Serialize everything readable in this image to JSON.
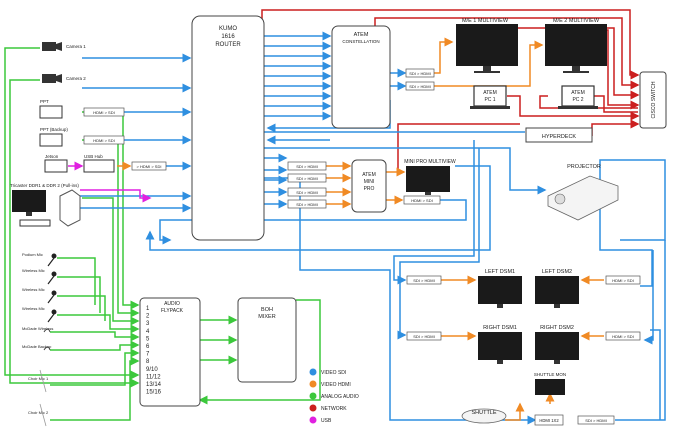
{
  "devices": {
    "router": [
      "KUMO",
      "1616",
      "ROUTER"
    ],
    "atem_constellation": [
      "ATEM",
      "CONSTELLATION"
    ],
    "atem_mini_pro": [
      "ATEM",
      "MINI",
      "PRO"
    ],
    "me1_multiview": "M/E 1 MULTIVIEW",
    "me2_multiview": "M/E 2 MULTIVIEW",
    "atem_pc1": [
      "ATEM",
      "PC 1"
    ],
    "atem_pc2": [
      "ATEM",
      "PC 2"
    ],
    "cisco_switch": "CISCO SWITCH",
    "hyperdeck": "HYPERDECK",
    "projector": "PROJECTOR",
    "mini_pro_multiview": "MINI PRO MULTIVIEW",
    "left_dsm1": "LEFT DSM1",
    "left_dsm2": "LEFT DSM2",
    "right_dsm1": "RIGHT DSM1",
    "right_dsm2": "RIGHT DSM2",
    "shuttle_mon": "SHUTTLE MON",
    "shuttle": "SHUTTLE",
    "hdmi_1x2": "HDMI 1X2",
    "audio_flypack": [
      "AUDIO",
      "FLYPACK"
    ],
    "boh_mixer": [
      "BOH",
      "MIXER"
    ],
    "audio_channels": [
      "1",
      "2",
      "3",
      "4",
      "5",
      "6",
      "7",
      "8",
      "9/10",
      "11/12",
      "13/14",
      "15/16"
    ]
  },
  "sources": {
    "camera1": "Camera 1",
    "camera2": "Camera 2",
    "ppt": "PPT",
    "ppt_backup": "PPT (Backup)",
    "jetson": "Jetson",
    "usb_hub": "USB Hub",
    "tricaster": "Tricaster DDR1 & DDR 2 (Pull-ins)",
    "mics": [
      "Podium Mic",
      "Wireless Mic",
      "Wireless Mic",
      "Wireless Mic",
      "McDade Wireless",
      "McDade Backup",
      "Choir Mic 1",
      "Choir Mic 2"
    ]
  },
  "converters": {
    "hdmi_to_sdi": "HDMI > SDI",
    "sdi_to_hdmi": "SDI > HDMI",
    "usb_to_hdmi_to_sdi": "> HDMI > SDI"
  },
  "legend": [
    {
      "label": "VIDEO SDI",
      "color": "#2f8fe0"
    },
    {
      "label": "VIDEO HDMI",
      "color": "#f08a24"
    },
    {
      "label": "ANALOG AUDIO",
      "color": "#3cc83c"
    },
    {
      "label": "NETWORK",
      "color": "#cc1f1f"
    },
    {
      "label": "USB",
      "color": "#e020e0"
    }
  ],
  "colors": {
    "sdi": "#2f8fe0",
    "hdmi": "#f08a24",
    "audio": "#3cc83c",
    "network": "#cc1f1f",
    "usb": "#e020e0"
  }
}
